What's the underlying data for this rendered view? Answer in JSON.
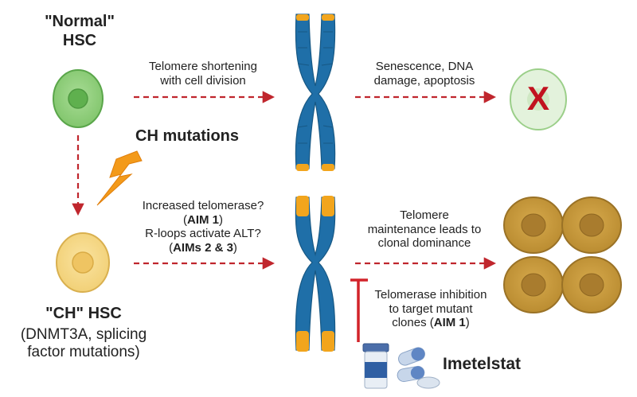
{
  "normal_hsc": {
    "line1": "\"Normal\"",
    "line2": "HSC"
  },
  "ch_mutations": "CH mutations",
  "ch_hsc": {
    "title": "\"CH\" HSC",
    "sub1": "(DNMT3A, splicing",
    "sub2": "factor mutations)"
  },
  "top_arrow_label": {
    "line1": "Telomere shortening",
    "line2": "with cell division"
  },
  "senescence_label": {
    "line1": "Senescence, DNA",
    "line2": "damage, apoptosis"
  },
  "mid_labels": {
    "q1": "Increased telomerase?",
    "aim1_pre": "(",
    "aim1": "AIM 1",
    "aim1_post": ")",
    "q2": "R-loops activate ALT?",
    "aim23_pre": "(",
    "aim23": "AIMs 2 & 3",
    "aim23_post": ")"
  },
  "maintenance_label": {
    "line1": "Telomere",
    "line2": "maintenance leads to",
    "line3": "clonal dominance"
  },
  "inhibition_label": {
    "line1": "Telomerase inhibition",
    "line2": "to target mutant",
    "line3_pre": "clones (",
    "aim": "AIM 1",
    "line3_post": ")"
  },
  "drug_name": "Imetelstat",
  "dead_cell_mark": "X",
  "icons": {
    "normal_cell": "green-cell-icon",
    "ch_cell": "yellow-cell-icon",
    "lightning": "lightning-bolt-icon",
    "chromosome_short": "chromosome-short-telomere-icon",
    "chromosome_long": "chromosome-long-telomere-icon",
    "dead_cell": "dead-cell-icon",
    "clone_cells": "clonal-cells-icon",
    "drug": "pill-bottle-icon"
  },
  "colors": {
    "arrow": "#c0262d",
    "normal_cell": "#8fd07a",
    "ch_cell": "#f6d98a",
    "clone_cell": "#c79a3a",
    "chromosome": "#1f6fa8",
    "telomere": "#f2a51d",
    "lightning": "#f39a1a",
    "inhibitor": "#d2232a"
  }
}
